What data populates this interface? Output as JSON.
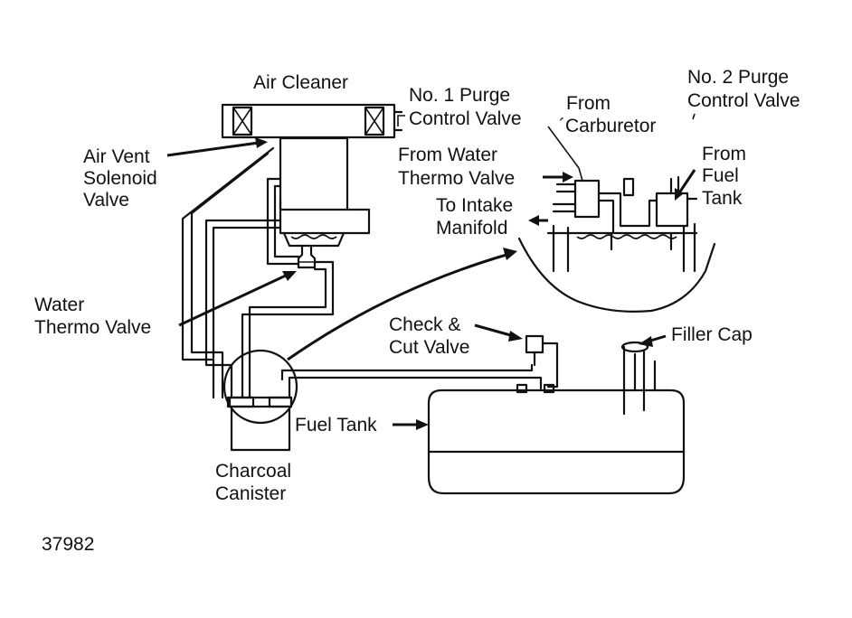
{
  "labels": {
    "air_cleaner": "Air Cleaner",
    "purge1_line1": "No. 1 Purge",
    "purge1_line2": "Control Valve",
    "from_carb_line1": "From",
    "from_carb_line2": "´Carburetor",
    "purge2_line1": "No. 2 Purge",
    "purge2_line2": "Control Valve",
    "air_vent_line1": "Air Vent",
    "air_vent_line2": "Solenoid",
    "air_vent_line3": "Valve",
    "from_water_line1": "From Water",
    "from_water_line2": "Thermo Valve",
    "to_intake_line1": "To Intake",
    "to_intake_line2": "Manifold",
    "from_fuel_line1": "From",
    "from_fuel_line2": "Fuel",
    "from_fuel_line3": "Tank",
    "water_thermo_line1": "Water",
    "water_thermo_line2": "Thermo Valve",
    "check_cut_line1": "Check &",
    "check_cut_line2": "Cut Valve",
    "filler_cap": "Filler Cap",
    "fuel_tank": "Fuel Tank",
    "charcoal_line1": "Charcoal",
    "charcoal_line2": "Canister",
    "figure_number": "37982"
  }
}
